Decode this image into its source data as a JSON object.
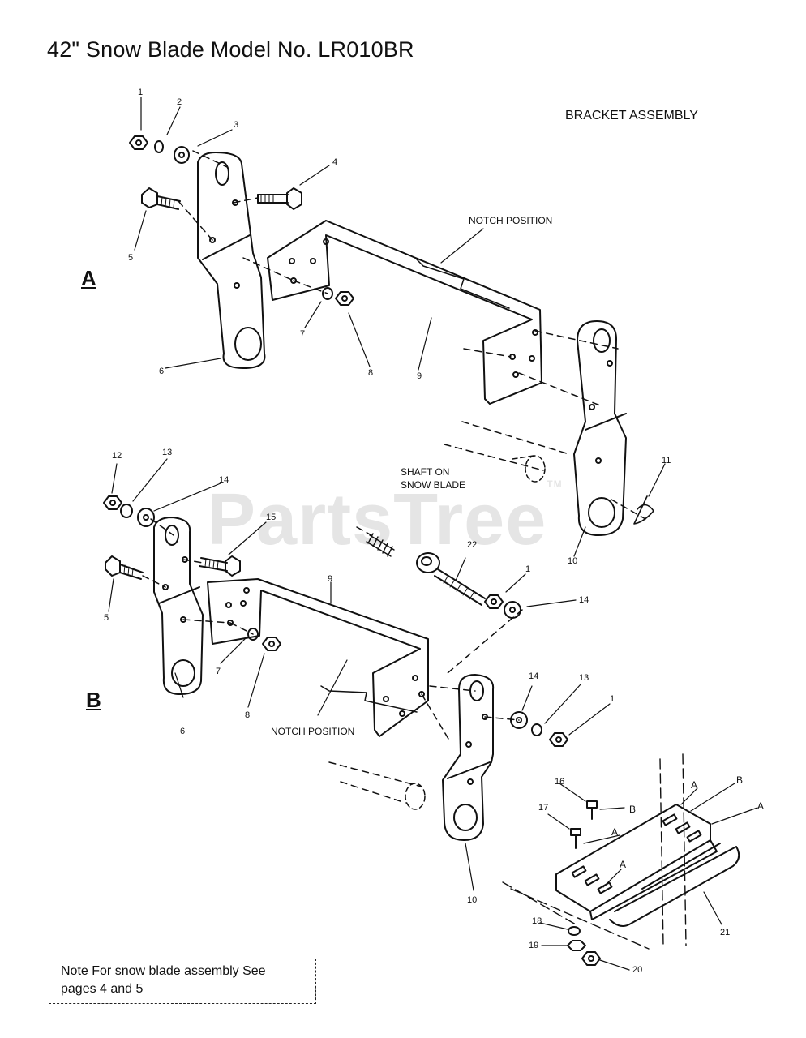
{
  "title": "42\" Snow Blade Model No. LR010BR",
  "subtitle": "BRACKET ASSEMBLY",
  "sections": {
    "a": "A",
    "b": "B"
  },
  "watermark": "PartsTree",
  "watermark_mark": "TM",
  "note": {
    "line1": "Note   For snow blade assembly See",
    "line2": "pages 4 and 5"
  },
  "callouts": {
    "notch_position": "NOTCH POSITION",
    "shaft_line1": "SHAFT ON",
    "shaft_line2": "SNOW BLADE",
    "letter_a": "A",
    "letter_b": "B"
  },
  "part_numbers": [
    "1",
    "2",
    "3",
    "4",
    "5",
    "6",
    "7",
    "8",
    "9",
    "10",
    "11",
    "12",
    "13",
    "14",
    "15",
    "16",
    "17",
    "18",
    "19",
    "20",
    "21",
    "22"
  ]
}
